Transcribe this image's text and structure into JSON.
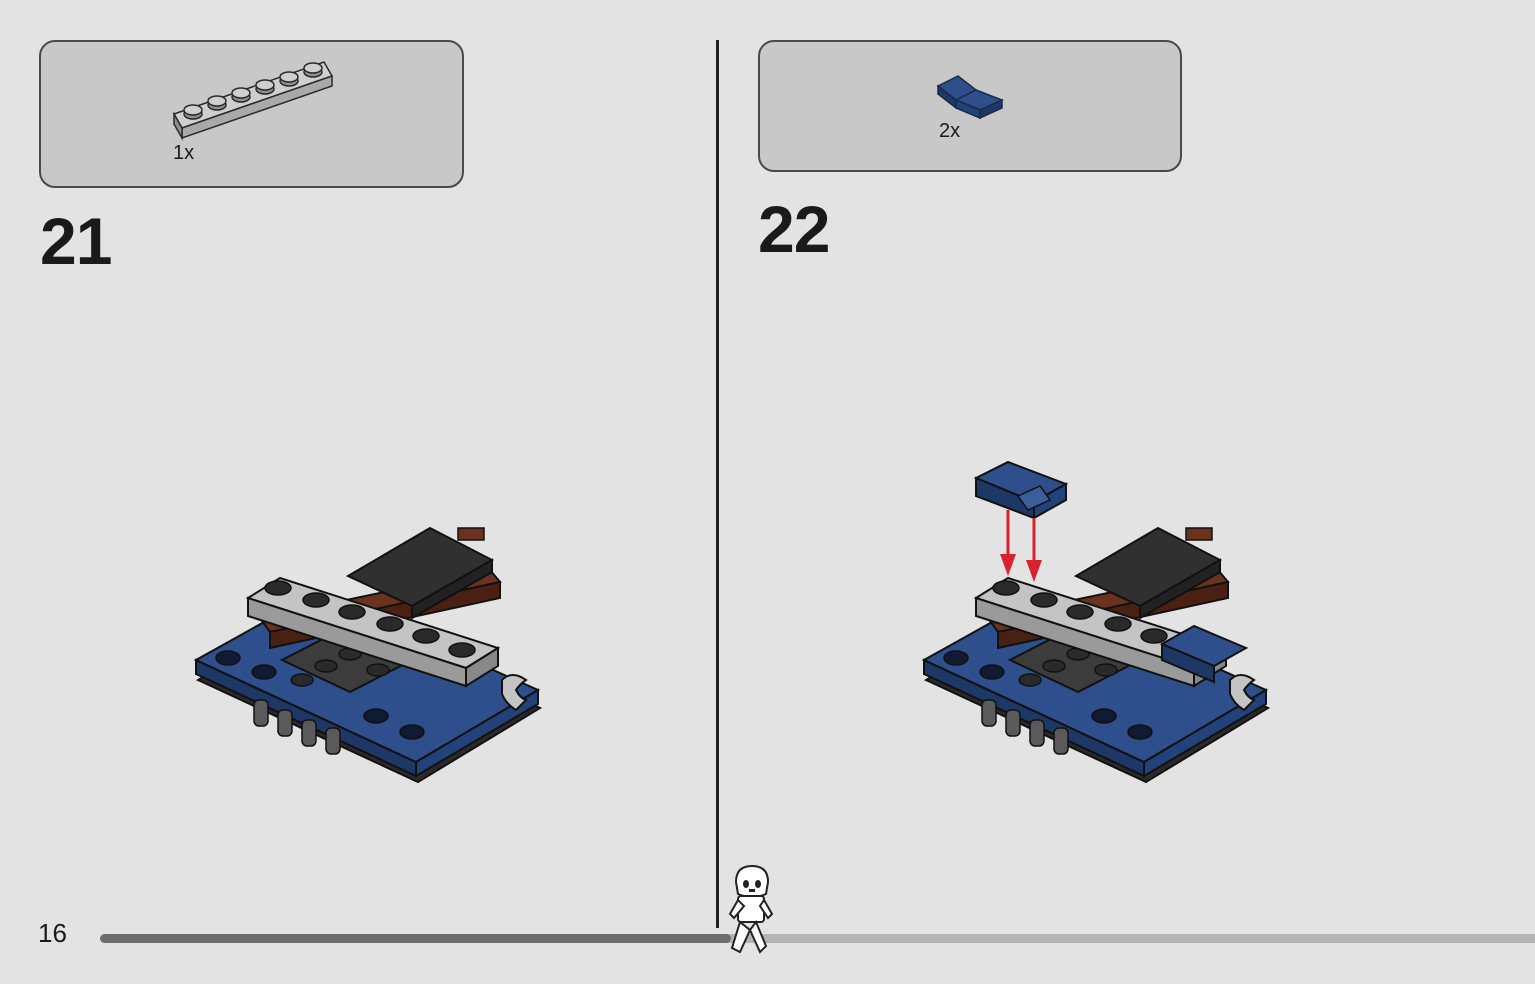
{
  "page": {
    "number": "16",
    "progress": 0.44
  },
  "steps": [
    {
      "number": "21",
      "part_qty": "1x",
      "part": "light-gray-1x6-plate-icon"
    },
    {
      "number": "22",
      "part_qty": "2x",
      "part": "dark-blue-curved-slope-icon"
    }
  ],
  "colors": {
    "background": "#e3e3e3",
    "callout": "#c8c8c8",
    "dark_blue": "#23427a",
    "light_gray": "#a9a9a9",
    "dark_gray": "#333333",
    "brown": "#6b3220",
    "arrow_red": "#d8232e"
  }
}
